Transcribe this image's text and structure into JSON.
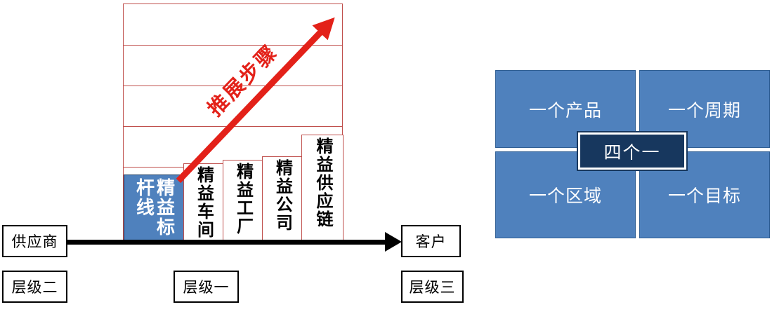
{
  "diagram": {
    "growth_arrow_label": "推展步骤",
    "benchmark_box": {
      "full_text": "精益标杆线",
      "columns": [
        "精益标",
        "杆线"
      ]
    },
    "stair_columns": [
      {
        "label": "精益车间"
      },
      {
        "label": "精益工厂"
      },
      {
        "label": "精益公司"
      },
      {
        "label": "精益供应链"
      }
    ],
    "flow": {
      "supplier_label": "供应商",
      "customer_label": "客户",
      "level_left": "层级二",
      "level_center": "层级一",
      "level_right": "层级三"
    }
  },
  "four_ones": {
    "center_label": "四个一",
    "quadrants": [
      {
        "label": "一个产品"
      },
      {
        "label": "一个周期"
      },
      {
        "label": "一个区域"
      },
      {
        "label": "一个目标"
      }
    ]
  },
  "colors": {
    "accent_blue": "#4f81bd",
    "dark_navy": "#17375e",
    "arrow_red": "#e32119",
    "grid_red": "#c0504d",
    "flow_black": "#000000"
  }
}
